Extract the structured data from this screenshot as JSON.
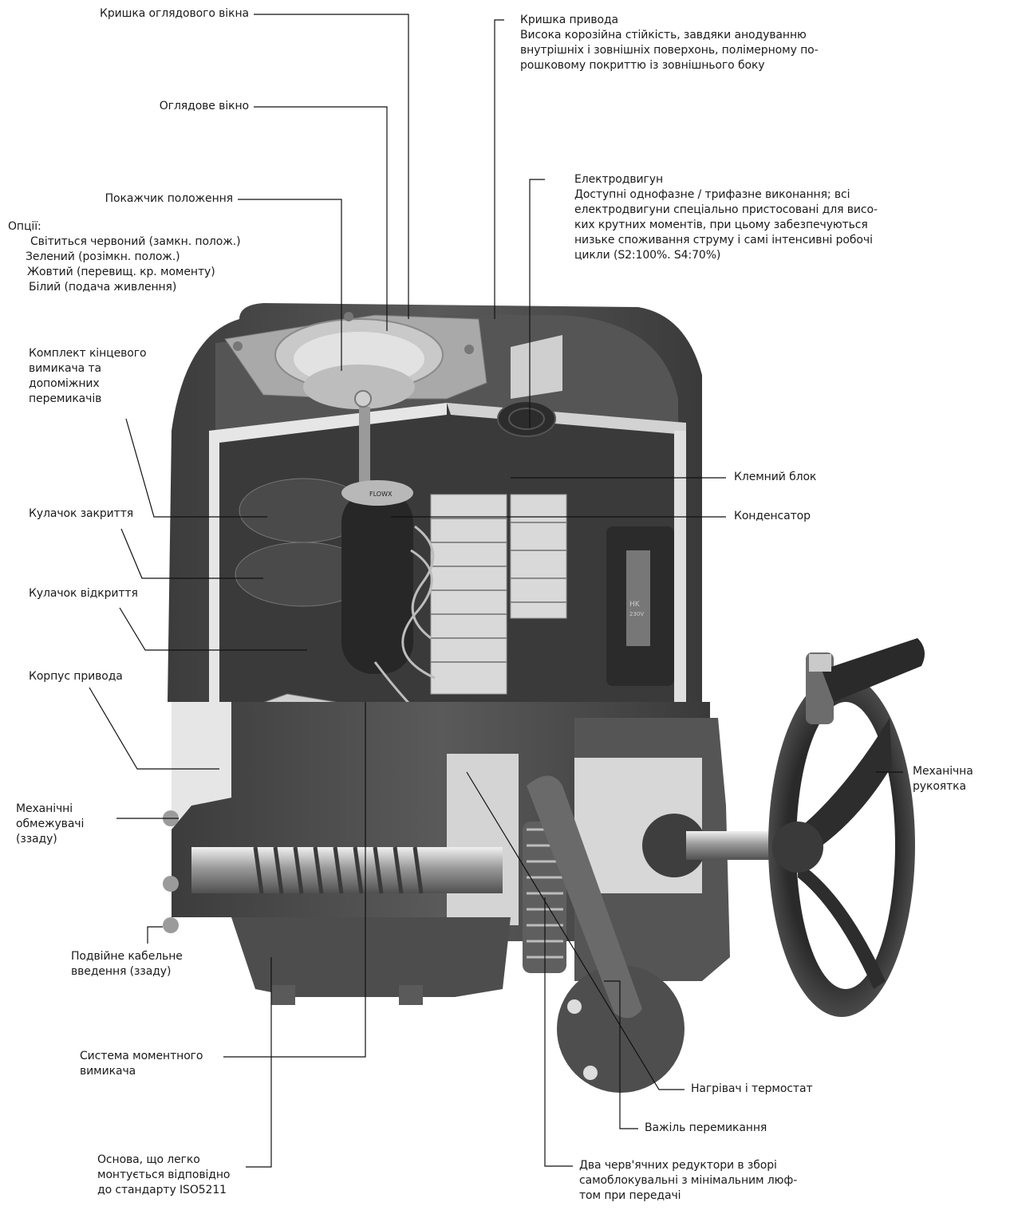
{
  "callouts": {
    "viewing_window_cover": [
      "Кришка оглядового вікна"
    ],
    "viewing_window": [
      "Оглядове вікно"
    ],
    "position_indicator": [
      "Покажчик положення"
    ],
    "options": [
      "Опції:",
      "Світиться червоний (замкн. полож.)",
      "Зелений (розімкн. полож.)",
      "Жовтий (перевищ. кр. моменту)",
      "Білий (подача живлення)"
    ],
    "limit_switch_kit": [
      "Комплект кінцевого",
      "вимикача та",
      "допоміжних",
      "перемикачів"
    ],
    "close_cam": [
      "Кулачок закриття"
    ],
    "open_cam": [
      "Кулачок відкриття"
    ],
    "actuator_body": [
      "Корпус привода"
    ],
    "mechanical_stops": [
      "Механічні",
      "обмежувачі",
      "(ззаду)"
    ],
    "double_cable_entry": [
      "Подвійне кабельне",
      "введення (ззаду)"
    ],
    "torque_switch_system": [
      "Система моментного",
      "вимикача"
    ],
    "mounting_base": [
      "Основа, що легко",
      "монтується відповідно",
      "до стандарту ISO5211"
    ],
    "actuator_cover": [
      "Кришка привода",
      "Висока корозійна стійкість, завдяки анодуванню",
      "внутрішніх і зовнішніх поверхонь, полімерному по-",
      "рошковому покриттю із зовнішнього боку"
    ],
    "electric_motor": [
      "Електродвигун",
      "Доступні однофазне / трифазне виконання; всі",
      "електродвигуни спеціально пристосовані для висо-",
      "ких крутних моментів, при цьому забезпечуються",
      "низьке споживання струму і самі інтенсивні робочі",
      "цикли (S2:100%. S4:70%)"
    ],
    "terminal_block": [
      "Клемний блок"
    ],
    "capacitor": [
      "Конденсатор"
    ],
    "handwheel": [
      "Механічна",
      "рукоятка"
    ],
    "heater_thermostat": [
      "Нагрівач і термостат"
    ],
    "switch_lever": [
      "Важіль перемикання"
    ],
    "worm_gears": [
      "Два черв'ячних редуктори в зборі",
      "самоблокувальні з мінімальним люф-",
      "том при передачі"
    ]
  },
  "product_print": [
    "HK",
    "230V",
    "FLOWX"
  ]
}
